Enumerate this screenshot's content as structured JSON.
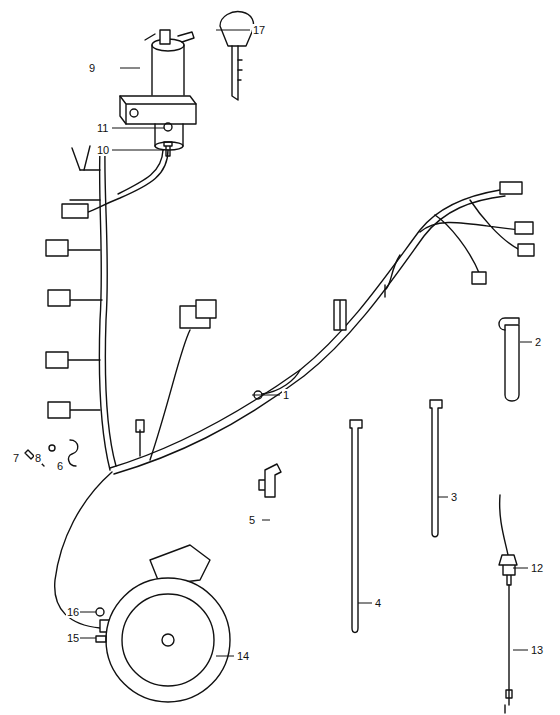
{
  "diagram": {
    "labels": [
      "17",
      "9",
      "11",
      "10",
      "2",
      "1",
      "3",
      "7",
      "8",
      "6",
      "5",
      "4",
      "12",
      "13",
      "16",
      "15",
      "14"
    ]
  }
}
